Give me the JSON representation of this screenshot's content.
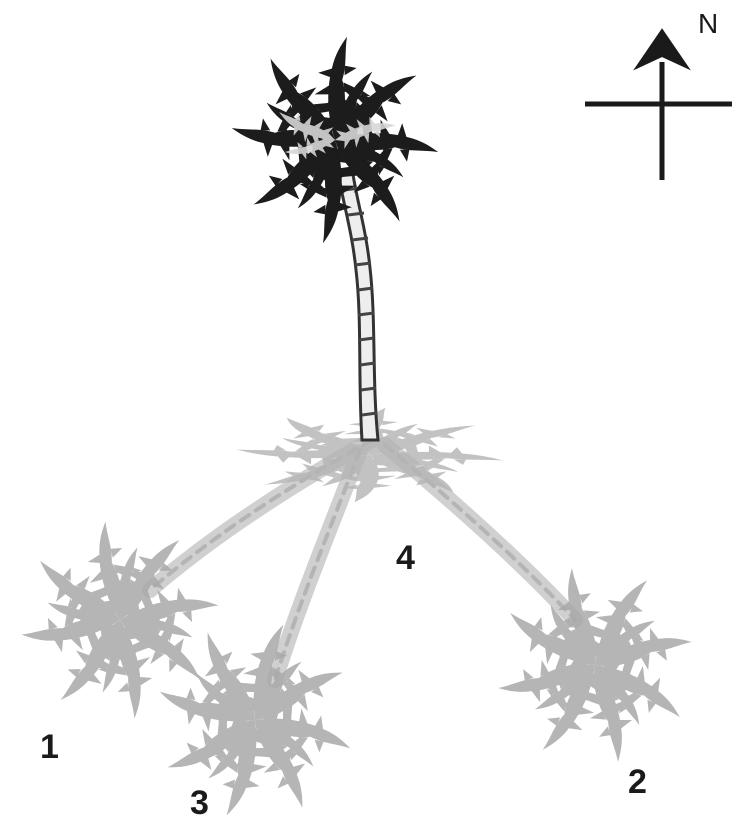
{
  "compass": {
    "label": "N",
    "icon": "north-arrow-icon"
  },
  "trees": [
    {
      "label": "1",
      "icon": "palm-crown-icon"
    },
    {
      "label": "2",
      "icon": "palm-crown-icon"
    },
    {
      "label": "3",
      "icon": "palm-crown-icon"
    },
    {
      "label": "4",
      "icon": "palm-crown-icon"
    }
  ],
  "colors": {
    "upright_tree": "#1c1c1c",
    "projected_tree": "#9a9a9a",
    "trunk": "#555555",
    "ink": "#1a1a1a"
  }
}
